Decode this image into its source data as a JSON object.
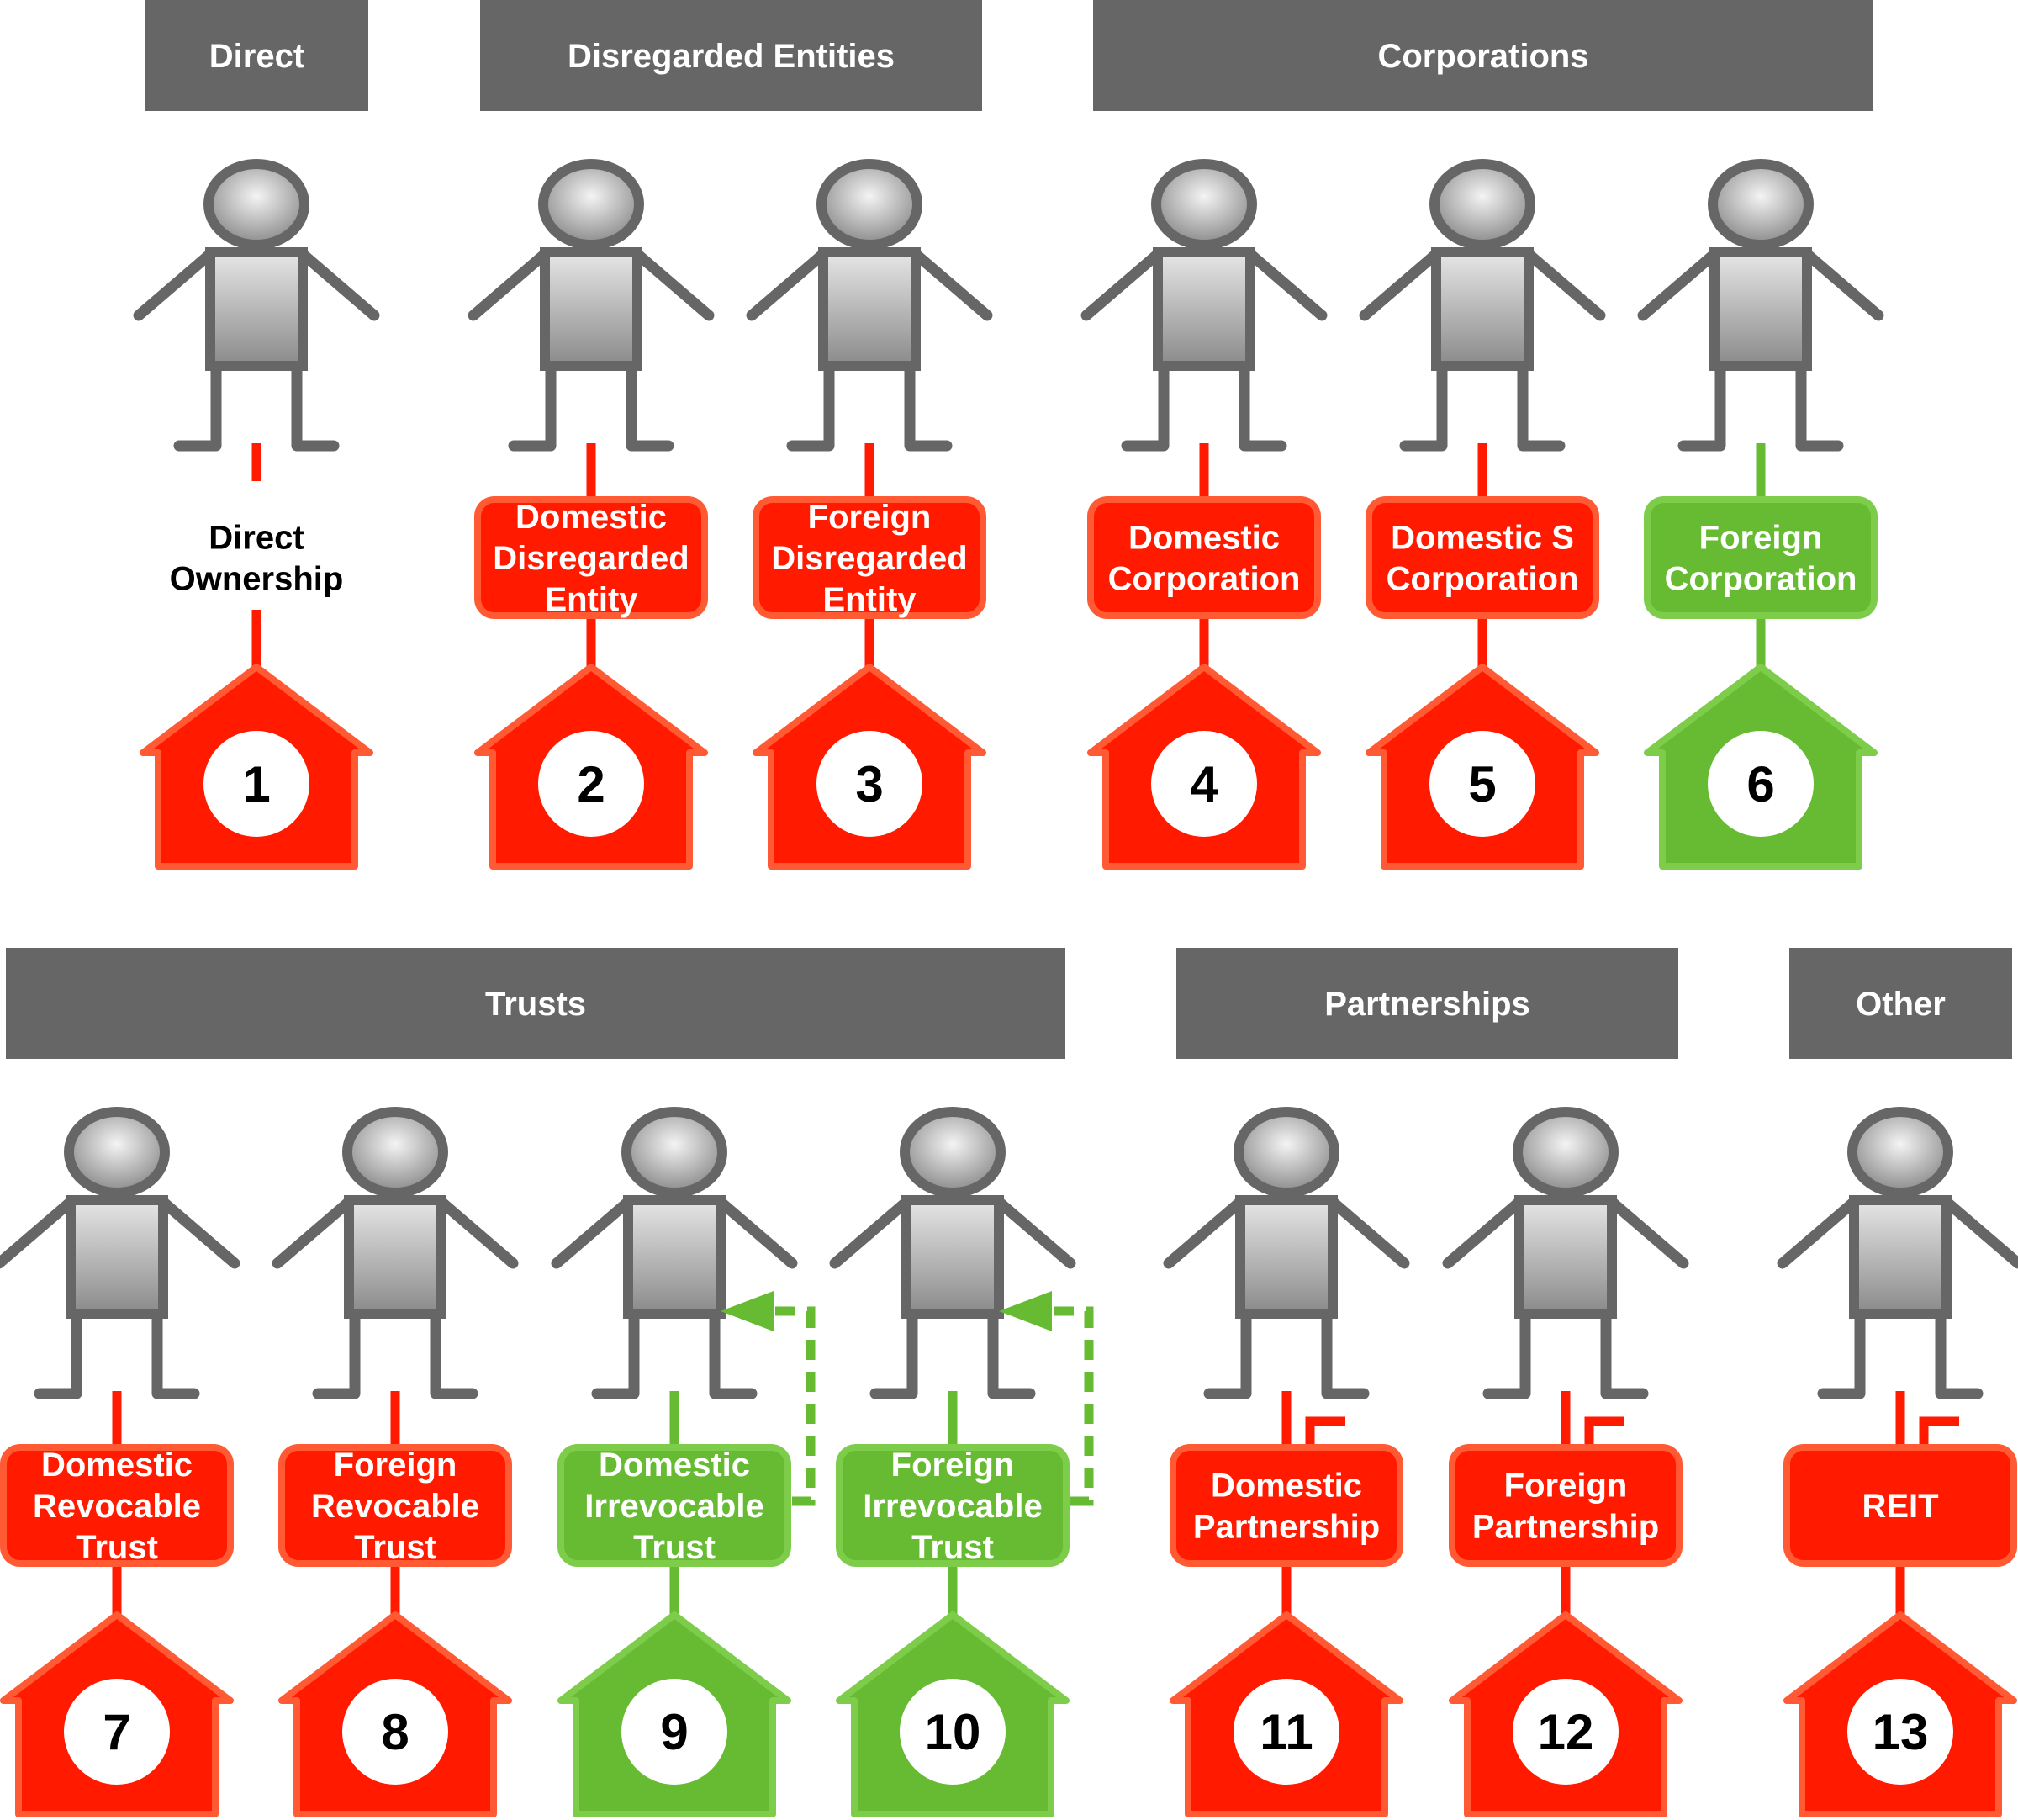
{
  "colors": {
    "header_bg": "#666666",
    "header_text": "#ffffff",
    "red_fill": "#ff1a00",
    "red_border": "#ff5a33",
    "green_fill": "#66bb33",
    "green_border": "#7dcc4a",
    "person_gray": "#666666",
    "person_highlight": "#e8e8e8"
  },
  "sections": [
    {
      "label": "Direct"
    },
    {
      "label": "Disregarded Entities"
    },
    {
      "label": "Corporations"
    },
    {
      "label": "Trusts"
    },
    {
      "label": "Partnerships"
    },
    {
      "label": "Other"
    }
  ],
  "entities": [
    {
      "number": "1",
      "label": [
        "Direct",
        "Ownership"
      ],
      "color": "red",
      "boxed": false,
      "arrow": false,
      "flag": false
    },
    {
      "number": "2",
      "label": [
        "Domestic",
        "Disregarded",
        "Entity"
      ],
      "color": "red",
      "boxed": true,
      "arrow": false,
      "flag": false
    },
    {
      "number": "3",
      "label": [
        "Foreign",
        "Disregarded",
        "Entity"
      ],
      "color": "red",
      "boxed": true,
      "arrow": false,
      "flag": false
    },
    {
      "number": "4",
      "label": [
        "Domestic",
        "Corporation"
      ],
      "color": "red",
      "boxed": true,
      "arrow": false,
      "flag": false
    },
    {
      "number": "5",
      "label": [
        "Domestic S",
        "Corporation"
      ],
      "color": "red",
      "boxed": true,
      "arrow": false,
      "flag": false
    },
    {
      "number": "6",
      "label": [
        "Foreign",
        "Corporation"
      ],
      "color": "green",
      "boxed": true,
      "arrow": false,
      "flag": false
    },
    {
      "number": "7",
      "label": [
        "Domestic",
        "Revocable",
        "Trust"
      ],
      "color": "red",
      "boxed": true,
      "arrow": false,
      "flag": false
    },
    {
      "number": "8",
      "label": [
        "Foreign",
        "Revocable",
        "Trust"
      ],
      "color": "red",
      "boxed": true,
      "arrow": false,
      "flag": false
    },
    {
      "number": "9",
      "label": [
        "Domestic",
        "Irrevocable",
        "Trust"
      ],
      "color": "green",
      "boxed": true,
      "arrow": true,
      "flag": false
    },
    {
      "number": "10",
      "label": [
        "Foreign",
        "Irrevocable",
        "Trust"
      ],
      "color": "green",
      "boxed": true,
      "arrow": true,
      "flag": false
    },
    {
      "number": "11",
      "label": [
        "Domestic",
        "Partnership"
      ],
      "color": "red",
      "boxed": true,
      "arrow": false,
      "flag": true
    },
    {
      "number": "12",
      "label": [
        "Foreign",
        "Partnership"
      ],
      "color": "red",
      "boxed": true,
      "arrow": false,
      "flag": true
    },
    {
      "number": "13",
      "label": [
        "REIT"
      ],
      "color": "red",
      "boxed": true,
      "arrow": false,
      "flag": true
    }
  ]
}
